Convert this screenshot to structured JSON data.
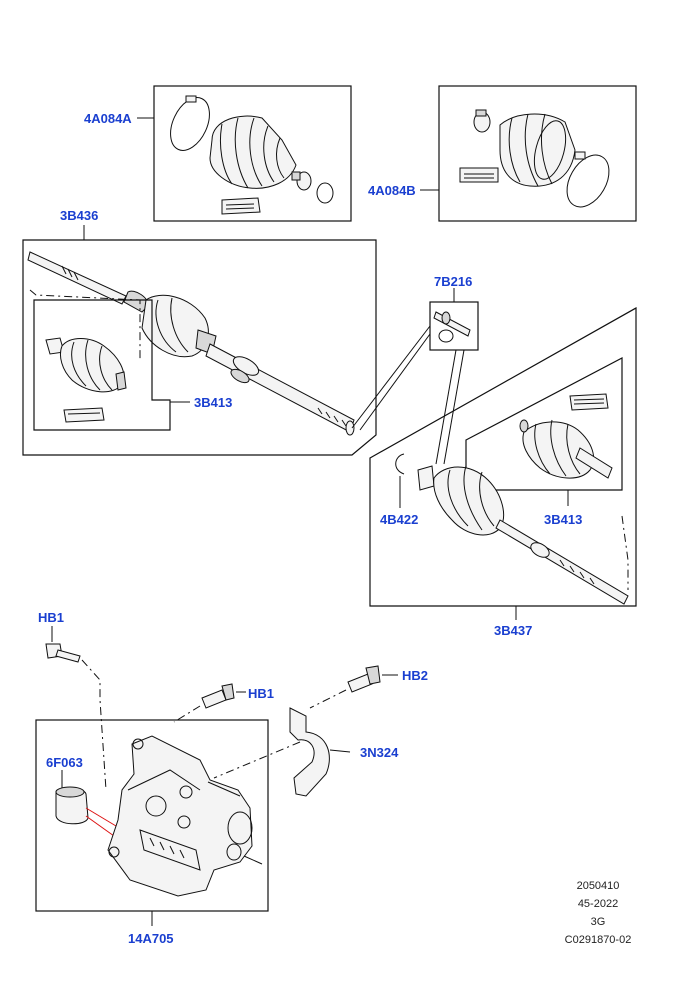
{
  "callouts": {
    "boot_kit_outer": "4A084A",
    "boot_kit_inner": "4A084B",
    "shaft_left": "3B436",
    "cv_joint_left": "3B413",
    "kit_7b216": "7B216",
    "shaft_right": "3B437",
    "cv_joint_right": "3B413",
    "circlip": "4B422",
    "bolt_hb1_top": "HB1",
    "bolt_hb1_mid": "HB1",
    "bolt_hb2": "HB2",
    "bracket_strap": "3N324",
    "bushing": "6F063",
    "support_bracket": "14A705"
  },
  "footer": {
    "line1": "2050410",
    "line2": "45-2022",
    "line3": "3G",
    "line4": "C0291870-02"
  },
  "colors": {
    "callout_text": "#1a3fd0",
    "line_art": "#111111",
    "leader_red": "#dd1111"
  }
}
